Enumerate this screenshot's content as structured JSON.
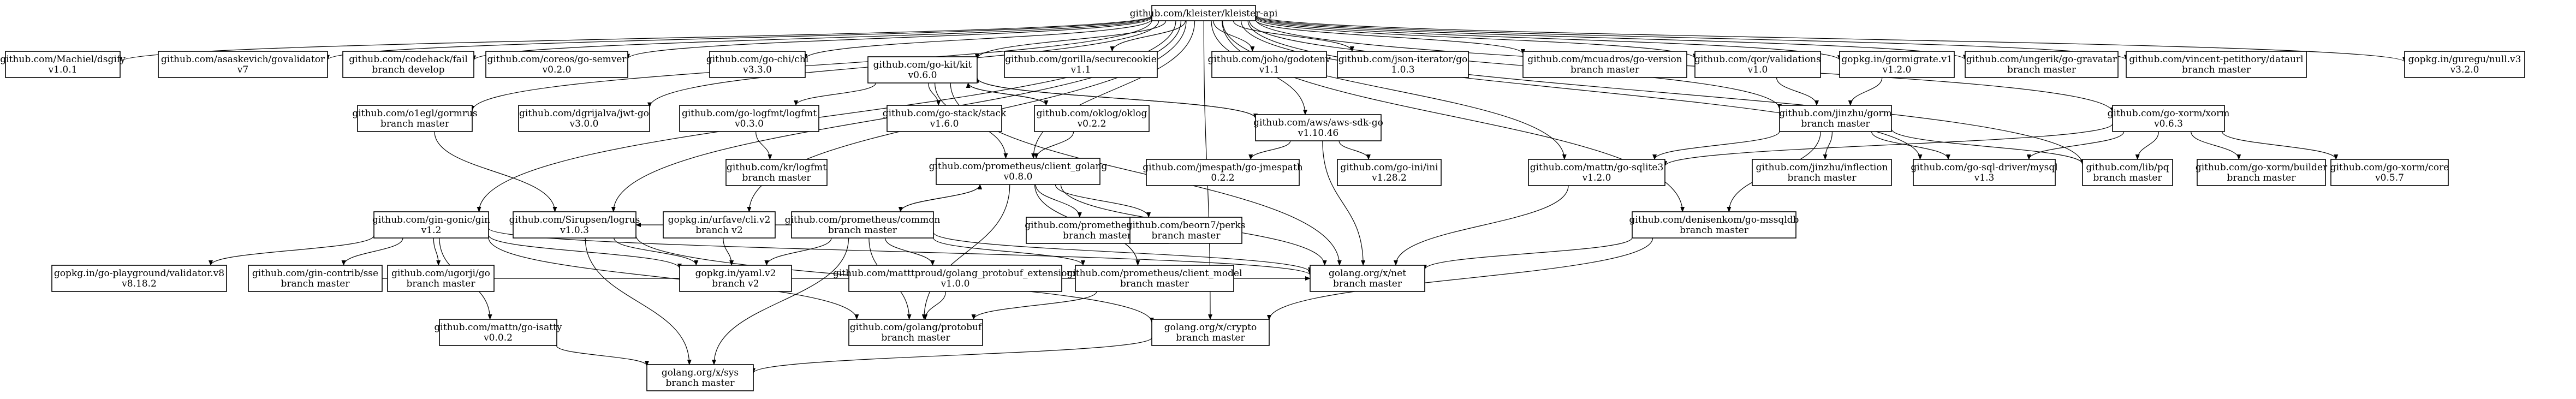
{
  "graph": {
    "nodes": [
      {
        "id": "root",
        "line1": "github.com/kleister/kleister-api",
        "line2": ""
      },
      {
        "id": "dsgify",
        "line1": "github.com/Machiel/dsgify",
        "line2": "v1.0.1"
      },
      {
        "id": "govalidator",
        "line1": "github.com/asaskevich/govalidator",
        "line2": "v7"
      },
      {
        "id": "fail",
        "line1": "github.com/codehack/fail",
        "line2": "branch develop"
      },
      {
        "id": "semver",
        "line1": "github.com/coreos/go-semver",
        "line2": "v0.2.0"
      },
      {
        "id": "chi",
        "line1": "github.com/go-chi/chi",
        "line2": "v3.3.0"
      },
      {
        "id": "gokit",
        "line1": "github.com/go-kit/kit",
        "line2": "v0.6.0"
      },
      {
        "id": "securecookie",
        "line1": "github.com/gorilla/securecookie",
        "line2": "v1.1"
      },
      {
        "id": "godotenv",
        "line1": "github.com/joho/godotenv",
        "line2": "v1.1"
      },
      {
        "id": "jsoniter",
        "line1": "github.com/json-iterator/go",
        "line2": "1.0.3"
      },
      {
        "id": "goversion",
        "line1": "github.com/mcuadros/go-version",
        "line2": "branch master"
      },
      {
        "id": "qorval",
        "line1": "github.com/qor/validations",
        "line2": "v1.0"
      },
      {
        "id": "gormigrate",
        "line1": "gopkg.in/gormigrate.v1",
        "line2": "v1.2.0"
      },
      {
        "id": "gravatar",
        "line1": "github.com/ungerik/go-gravatar",
        "line2": "branch master"
      },
      {
        "id": "dataurl",
        "line1": "github.com/vincent-petithory/dataurl",
        "line2": "branch master"
      },
      {
        "id": "nullv3",
        "line1": "gopkg.in/guregu/null.v3",
        "line2": "v3.2.0"
      },
      {
        "id": "gormrus",
        "line1": "github.com/o1egl/gormrus",
        "line2": "branch master"
      },
      {
        "id": "jwtgo",
        "line1": "github.com/dgrijalva/jwt-go",
        "line2": "v3.0.0"
      },
      {
        "id": "logfmt",
        "line1": "github.com/go-logfmt/logfmt",
        "line2": "v0.3.0"
      },
      {
        "id": "gostack",
        "line1": "github.com/go-stack/stack",
        "line2": "v1.6.0"
      },
      {
        "id": "oklog",
        "line1": "github.com/oklog/oklog",
        "line2": "v0.2.2"
      },
      {
        "id": "awssdk",
        "line1": "github.com/aws/aws-sdk-go",
        "line2": "v1.10.46"
      },
      {
        "id": "gorm",
        "line1": "github.com/jinzhu/gorm",
        "line2": "branch master"
      },
      {
        "id": "xorm",
        "line1": "github.com/go-xorm/xorm",
        "line2": "v0.6.3"
      },
      {
        "id": "krlogfmt",
        "line1": "github.com/kr/logfmt",
        "line2": "branch master"
      },
      {
        "id": "promclient",
        "line1": "github.com/prometheus/client_golang",
        "line2": "v0.8.0"
      },
      {
        "id": "jmespath",
        "line1": "github.com/jmespath/go-jmespath",
        "line2": "0.2.2"
      },
      {
        "id": "goini",
        "line1": "github.com/go-ini/ini",
        "line2": "v1.28.2"
      },
      {
        "id": "sqlite3",
        "line1": "github.com/mattn/go-sqlite3",
        "line2": "v1.2.0"
      },
      {
        "id": "inflection",
        "line1": "github.com/jinzhu/inflection",
        "line2": "branch master"
      },
      {
        "id": "mysql",
        "line1": "github.com/go-sql-driver/mysql",
        "line2": "v1.3"
      },
      {
        "id": "pq",
        "line1": "github.com/lib/pq",
        "line2": "branch master"
      },
      {
        "id": "xbuilder",
        "line1": "github.com/go-xorm/builder",
        "line2": "branch master"
      },
      {
        "id": "xcore",
        "line1": "github.com/go-xorm/core",
        "line2": "v0.5.7"
      },
      {
        "id": "gin",
        "line1": "github.com/gin-gonic/gin",
        "line2": "v1.2"
      },
      {
        "id": "logrus",
        "line1": "github.com/Sirupsen/logrus",
        "line2": "v1.0.3"
      },
      {
        "id": "cliv2",
        "line1": "gopkg.in/urfave/cli.v2",
        "line2": "branch v2"
      },
      {
        "id": "promcommon",
        "line1": "github.com/prometheus/common",
        "line2": "branch master"
      },
      {
        "id": "procfs",
        "line1": "github.com/prometheus/procfs",
        "line2": "branch master"
      },
      {
        "id": "perks",
        "line1": "github.com/beorn7/perks",
        "line2": "branch master"
      },
      {
        "id": "mssqldb",
        "line1": "github.com/denisenkom/go-mssqldb",
        "line2": "branch master"
      },
      {
        "id": "validator",
        "line1": "gopkg.in/go-playground/validator.v8",
        "line2": "v8.18.2"
      },
      {
        "id": "sse",
        "line1": "github.com/gin-contrib/sse",
        "line2": "branch master"
      },
      {
        "id": "ugorji",
        "line1": "github.com/ugorji/go",
        "line2": "branch master"
      },
      {
        "id": "yamlv2",
        "line1": "gopkg.in/yaml.v2",
        "line2": "branch v2"
      },
      {
        "id": "pbext",
        "line1": "github.com/matttproud/golang_protobuf_extensions",
        "line2": "v1.0.0"
      },
      {
        "id": "clientmodel",
        "line1": "github.com/prometheus/client_model",
        "line2": "branch master"
      },
      {
        "id": "xnet",
        "line1": "golang.org/x/net",
        "line2": "branch master"
      },
      {
        "id": "isatty",
        "line1": "github.com/mattn/go-isatty",
        "line2": "v0.0.2"
      },
      {
        "id": "protobuf",
        "line1": "github.com/golang/protobuf",
        "line2": "branch master"
      },
      {
        "id": "xcrypto",
        "line1": "golang.org/x/crypto",
        "line2": "branch master"
      },
      {
        "id": "xsys",
        "line1": "golang.org/x/sys",
        "line2": "branch master"
      }
    ],
    "edges": [
      [
        "root",
        "dsgify"
      ],
      [
        "root",
        "govalidator"
      ],
      [
        "root",
        "fail"
      ],
      [
        "root",
        "semver"
      ],
      [
        "root",
        "chi"
      ],
      [
        "root",
        "gokit"
      ],
      [
        "root",
        "securecookie"
      ],
      [
        "root",
        "godotenv"
      ],
      [
        "root",
        "jsoniter"
      ],
      [
        "root",
        "goversion"
      ],
      [
        "root",
        "qorval"
      ],
      [
        "root",
        "gormigrate"
      ],
      [
        "root",
        "gravatar"
      ],
      [
        "root",
        "dataurl"
      ],
      [
        "root",
        "nullv3"
      ],
      [
        "root",
        "gormrus"
      ],
      [
        "root",
        "jwtgo"
      ],
      [
        "root",
        "awssdk"
      ],
      [
        "root",
        "gorm"
      ],
      [
        "root",
        "xorm"
      ],
      [
        "root",
        "promclient"
      ],
      [
        "root",
        "sqlite3"
      ],
      [
        "root",
        "mysql"
      ],
      [
        "root",
        "pq"
      ],
      [
        "root",
        "gin"
      ],
      [
        "root",
        "logrus"
      ],
      [
        "root",
        "cliv2"
      ],
      [
        "root",
        "mssqldb"
      ],
      [
        "root",
        "xcrypto"
      ],
      [
        "gokit",
        "logfmt"
      ],
      [
        "gokit",
        "gostack"
      ],
      [
        "gokit",
        "oklog"
      ],
      [
        "gokit",
        "awssdk"
      ],
      [
        "gokit",
        "promclient"
      ],
      [
        "gokit",
        "xnet"
      ],
      [
        "oklog",
        "promclient"
      ],
      [
        "oklog",
        "gokit"
      ],
      [
        "logfmt",
        "krlogfmt"
      ],
      [
        "awssdk",
        "jmespath"
      ],
      [
        "awssdk",
        "goini"
      ],
      [
        "awssdk",
        "xnet"
      ],
      [
        "awssdk",
        "gokit"
      ],
      [
        "gorm",
        "inflection"
      ],
      [
        "gorm",
        "mysql"
      ],
      [
        "gorm",
        "pq"
      ],
      [
        "gorm",
        "sqlite3"
      ],
      [
        "gorm",
        "mssqldb"
      ],
      [
        "xorm",
        "xbuilder"
      ],
      [
        "xorm",
        "xcore"
      ],
      [
        "xorm",
        "mysql"
      ],
      [
        "xorm",
        "pq"
      ],
      [
        "xorm",
        "sqlite3"
      ],
      [
        "gormigrate",
        "gorm"
      ],
      [
        "qorval",
        "gorm"
      ],
      [
        "gormrus",
        "logrus"
      ],
      [
        "promclient",
        "promcommon"
      ],
      [
        "promclient",
        "procfs"
      ],
      [
        "promclient",
        "perks"
      ],
      [
        "promclient",
        "protobuf"
      ],
      [
        "promclient",
        "clientmodel"
      ],
      [
        "promclient",
        "xnet"
      ],
      [
        "promcommon",
        "clientmodel"
      ],
      [
        "promcommon",
        "pbext"
      ],
      [
        "promcommon",
        "protobuf"
      ],
      [
        "promcommon",
        "xnet"
      ],
      [
        "promcommon",
        "yamlv2"
      ],
      [
        "promcommon",
        "logrus"
      ],
      [
        "promcommon",
        "xsys"
      ],
      [
        "promcommon",
        "promclient"
      ],
      [
        "clientmodel",
        "protobuf"
      ],
      [
        "pbext",
        "protobuf"
      ],
      [
        "gin",
        "validator"
      ],
      [
        "gin",
        "sse"
      ],
      [
        "gin",
        "ugorji"
      ],
      [
        "gin",
        "yamlv2"
      ],
      [
        "gin",
        "isatty"
      ],
      [
        "gin",
        "protobuf"
      ],
      [
        "gin",
        "xnet"
      ],
      [
        "logrus",
        "xsys"
      ],
      [
        "logrus",
        "xcrypto"
      ],
      [
        "logrus",
        "yamlv2"
      ],
      [
        "sse",
        "xnet"
      ],
      [
        "isatty",
        "xsys"
      ],
      [
        "sqlite3",
        "xnet"
      ],
      [
        "mssqldb",
        "xcrypto"
      ],
      [
        "mssqldb",
        "xnet"
      ],
      [
        "xcrypto",
        "xsys"
      ],
      [
        "cliv2",
        "yamlv2"
      ]
    ]
  }
}
